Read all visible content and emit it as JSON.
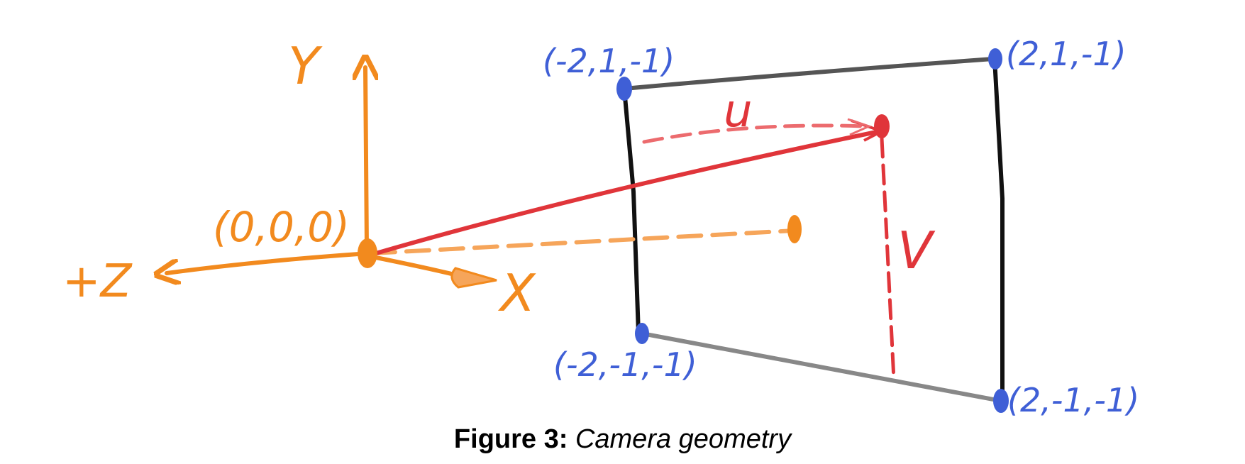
{
  "diagram": {
    "origin_label": "(0,0,0)",
    "axis_y_label": "Y",
    "axis_x_label": "X",
    "axis_z_label": "+Z",
    "corner_top_left": "(-2,1,-1)",
    "corner_top_right": "(2,1,-1)",
    "corner_bottom_left": "(-2,-1,-1)",
    "corner_bottom_right": "(2,-1,-1)",
    "u_label": "u",
    "v_label": "V"
  },
  "caption": {
    "number": "Figure 3:",
    "text": "Camera geometry"
  },
  "colors": {
    "axes": "#f28a1e",
    "corners": "#3f5fd6",
    "ray": "#e0353a",
    "frame": "#1a1a1a"
  }
}
